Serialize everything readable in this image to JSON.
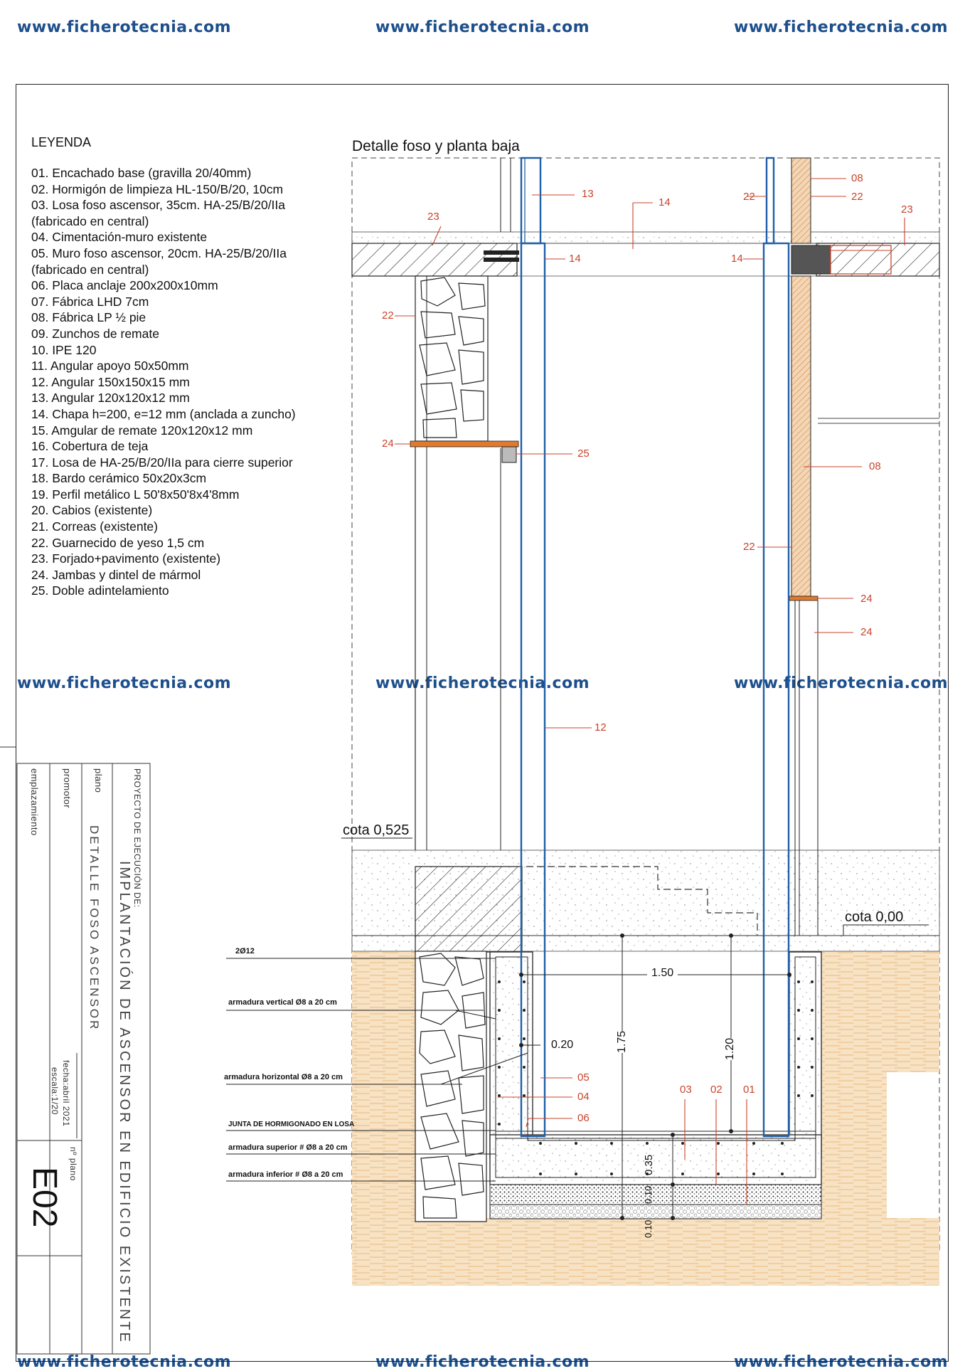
{
  "watermark": "www.ficherotecnia.com",
  "legend": {
    "title": "LEYENDA",
    "items": [
      "01. Encachado base (gravilla 20/40mm)",
      "02. Hormigón de limpieza HL-150/B/20, 10cm",
      "03. Losa foso ascensor, 35cm. HA-25/B/20/IIa",
      "(fabricado en central)",
      "04. Cimentación-muro existente",
      "05. Muro foso ascensor, 20cm. HA-25/B/20/IIa",
      "(fabricado en central)",
      "06. Placa anclaje 200x200x10mm",
      "07. Fábrica LHD 7cm",
      "08. Fábrica LP ½ pie",
      "09. Zunchos de remate",
      "10. IPE 120",
      "11. Angular apoyo 50x50mm",
      "12. Angular 150x150x15 mm",
      "13. Angular 120x120x12 mm",
      "14. Chapa h=200, e=12 mm (anclada a zuncho)",
      "15. Amgular de remate 120x120x12 mm",
      "16. Cobertura de teja",
      "17. Losa de HA-25/B/20/IIa para cierre superior",
      "18. Bardo cerámico 50x20x3cm",
      "19. Perfil metálico L 50'8x50'8x4'8mm",
      "20. Cabios (existente)",
      "21. Correas (existente)",
      "22. Guarnecido de yeso 1,5 cm",
      "23. Forjado+pavimento (existente)",
      "24. Jambas y dintel de mármol",
      "25. Doble adintelamiento"
    ]
  },
  "detail": {
    "title": "Detalle foso y planta baja",
    "cota_top": "cota 0,525",
    "cota_zero": "cota 0,00",
    "dim_150": "1.50",
    "dim_020": "0.20",
    "dim_175": "1.75",
    "dim_120": "1.20",
    "dim_035": "0.35",
    "dim_010a": "0.10",
    "dim_010b": "0.10"
  },
  "callouts": {
    "c13": "13",
    "c14a": "14",
    "c14b": "14",
    "c14c": "14",
    "c08a": "08",
    "c22a": "22",
    "c22b": "22",
    "c23a": "23",
    "c23b": "23",
    "c22c": "22",
    "c24a": "24",
    "c25": "25",
    "c08b": "08",
    "c22d": "22",
    "c24b": "24",
    "c24c": "24",
    "c12": "12",
    "c05": "05",
    "c04": "04",
    "c06": "06",
    "c03": "03",
    "c02": "02",
    "c01": "01"
  },
  "rebar_labels": {
    "r1": "2Ø12",
    "r2": "armadura vertical Ø8 a 20 cm",
    "r3": "armadura horizontal Ø8 a 20 cm",
    "r4": "JUNTA DE HORMIGONADO EN LOSA",
    "r5": "armadura superior # Ø8 a 20 cm",
    "r6": "armadura inferior # Ø8 a 20 cm"
  },
  "title_block": {
    "emplazamiento_label": "emplazamiento",
    "promotor_label": "promotor",
    "plano_label": "plano",
    "plano_value": "DETALLE FOSO ASCENSOR",
    "proyecto_label": "PROYECTO DE EJECUCIÓN DE:",
    "proyecto_value": "IMPLANTACIÓN DE ASCENSOR EN EDIFICIO EXISTENTE",
    "fecha": "fecha:abril 2021",
    "escala": "escala:1/20",
    "n_plano_label": "nº plano",
    "n_plano_value": "E02"
  },
  "colors": {
    "steel_blue": "#1f5fa8",
    "callout_red": "#c8442c",
    "marble_orange": "#e07a2e",
    "brick": "#e3a066",
    "soil": "#f5dcb6",
    "watermark": "#1d4f8c"
  }
}
